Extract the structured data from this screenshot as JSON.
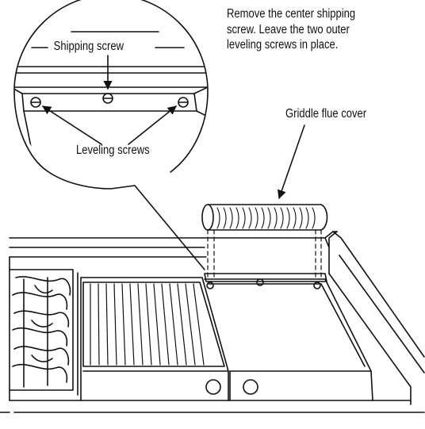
{
  "instruction": {
    "lines": [
      "Remove the center shipping",
      "screw. Leave the two outer",
      "leveling screws in place."
    ]
  },
  "labels": {
    "shipping_screw": "Shipping screw",
    "leveling_screws": "Leveling screws",
    "griddle_flue_cover": "Griddle flue cover"
  },
  "colors": {
    "line": "#111111",
    "background": "#ffffff"
  }
}
